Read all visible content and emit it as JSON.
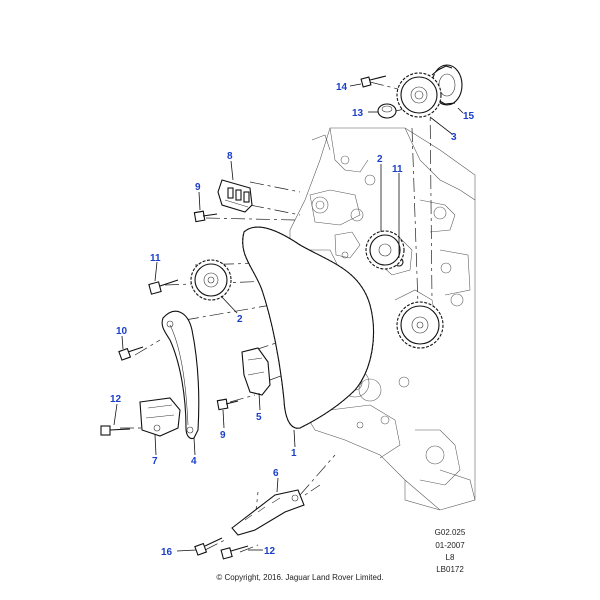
{
  "callouts": {
    "c14": "14",
    "c13": "13",
    "c15": "15",
    "c3": "3",
    "c8": "8",
    "c9a": "9",
    "c11a": "11",
    "c2a": "2",
    "c2b": "2",
    "c11b": "11",
    "c10": "10",
    "c12a": "12",
    "c7": "7",
    "c4": "4",
    "c9b": "9",
    "c5": "5",
    "c1": "1",
    "c6": "6",
    "c16": "16",
    "c12b": "12"
  },
  "info": {
    "code": "G02.025",
    "date": "01-2007",
    "model": "L8",
    "ref": "LB0172"
  },
  "copyright": "© Copyright, 2016. Jaguar Land Rover Limited."
}
